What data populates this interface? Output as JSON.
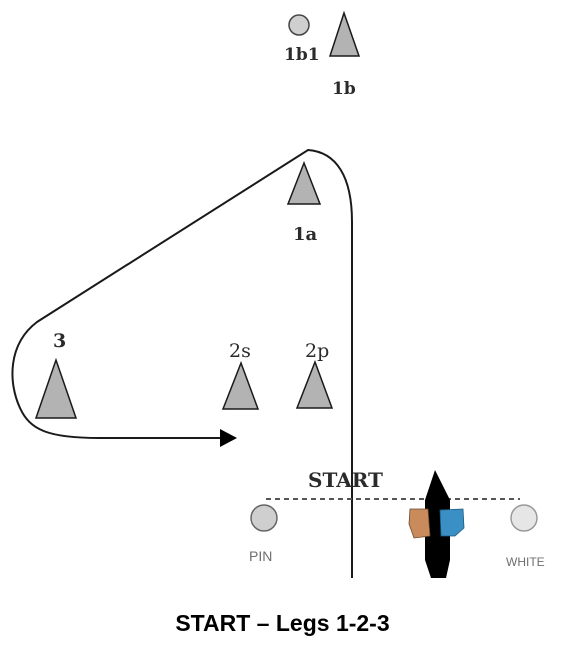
{
  "cones": [
    {
      "id": "1b",
      "label": "1b"
    },
    {
      "id": "1a",
      "label": "1a"
    },
    {
      "id": "3",
      "label": "3"
    },
    {
      "id": "2s",
      "label": "2s"
    },
    {
      "id": "2p",
      "label": "2p"
    }
  ],
  "pins": {
    "top": "1b1",
    "pin": "PIN",
    "white": "WHITE"
  },
  "start_label": "START",
  "caption": "START – Legs 1-2-3",
  "colors": {
    "cone_fill": "#b3b3b3",
    "cone_stroke": "#1a1a1a",
    "pin_fill": "#cfcfcf",
    "path_line": "#1a1a1a",
    "horse_left": "#c98a5c",
    "horse_right": "#3a8fc4",
    "start_line": "#666666"
  }
}
